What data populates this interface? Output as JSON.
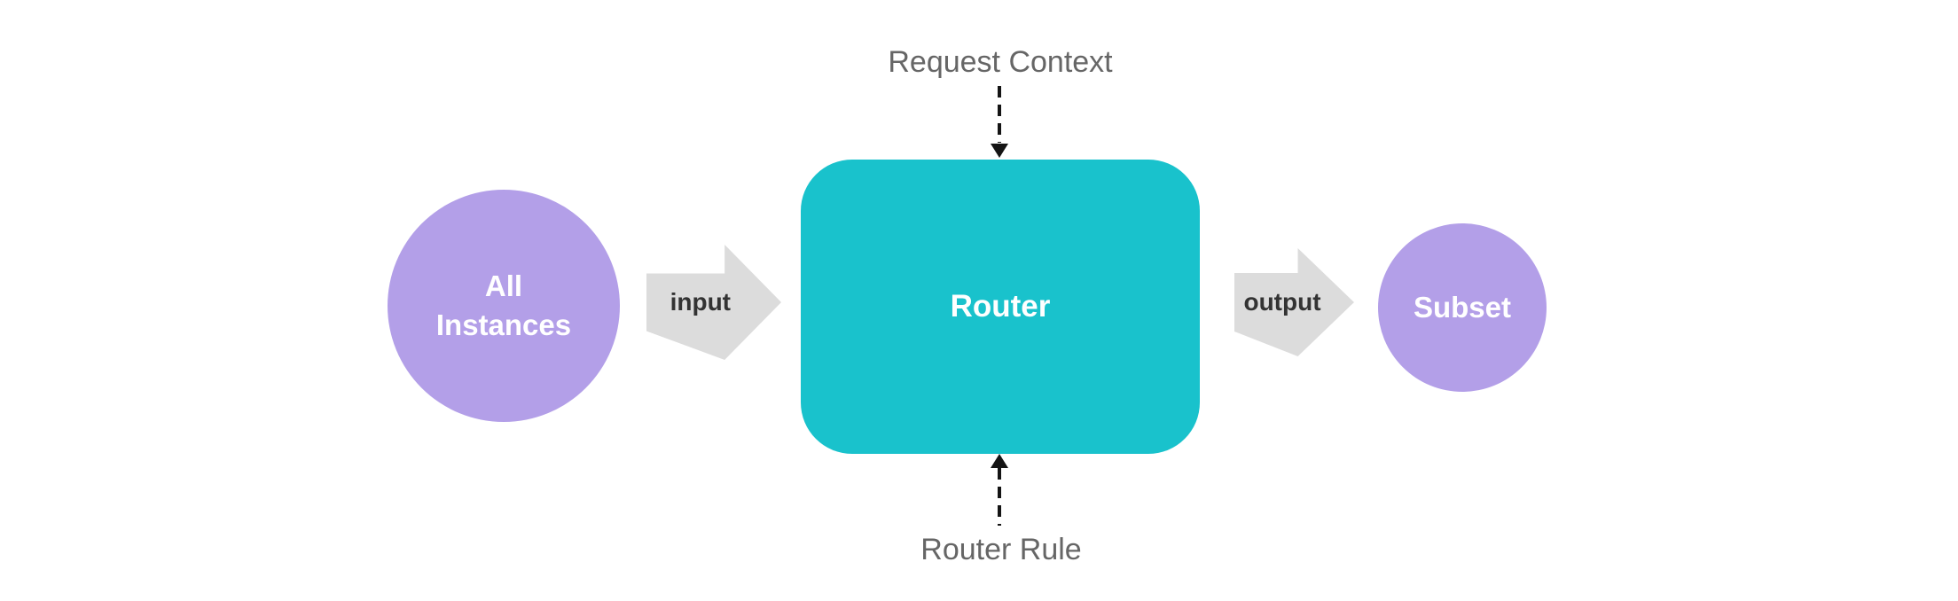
{
  "colors": {
    "background": "#ffffff",
    "node_purple": "#b39fe8",
    "router_teal": "#19c2cc",
    "arrow_gray": "#dcdcdc",
    "label_gray": "#666666",
    "arrow_label_dark": "#333333",
    "node_text": "#ffffff",
    "dashed_line": "#141414"
  },
  "diagram": {
    "top_label": "Request Context",
    "bottom_label": "Router Rule",
    "left_node_label": "All Instances",
    "center_node_label": "Router",
    "right_node_label": "Subset",
    "input_arrow_label": "input",
    "output_arrow_label": "output"
  }
}
